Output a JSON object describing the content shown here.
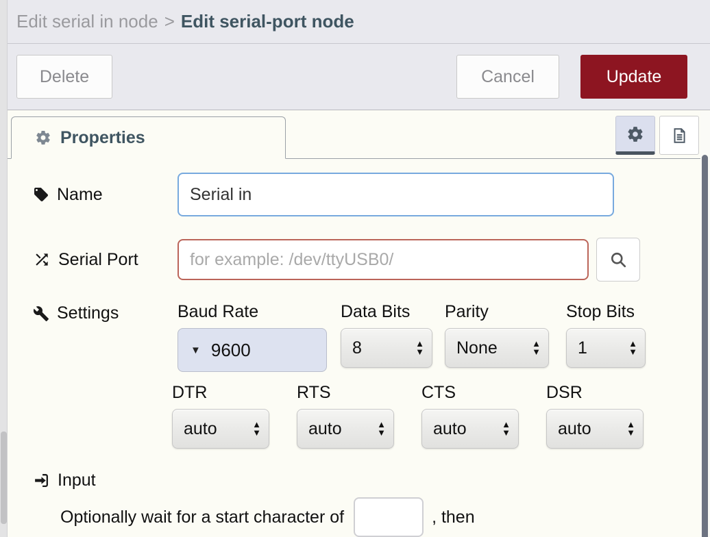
{
  "header": {
    "breadcrumb_parent": "Edit serial in node",
    "separator": ">",
    "breadcrumb_current": "Edit serial-port node"
  },
  "toolbar": {
    "delete_label": "Delete",
    "cancel_label": "Cancel",
    "update_label": "Update"
  },
  "tabs": {
    "properties_label": "Properties"
  },
  "form": {
    "name": {
      "label": "Name",
      "value": "Serial in"
    },
    "serial_port": {
      "label": "Serial Port",
      "placeholder": "for example: /dev/ttyUSB0/"
    },
    "settings": {
      "label": "Settings",
      "baud_rate": {
        "label": "Baud Rate",
        "value": "9600"
      },
      "data_bits": {
        "label": "Data Bits",
        "value": "8"
      },
      "parity": {
        "label": "Parity",
        "value": "None"
      },
      "stop_bits": {
        "label": "Stop Bits",
        "value": "1"
      },
      "dtr": {
        "label": "DTR",
        "value": "auto"
      },
      "rts": {
        "label": "RTS",
        "value": "auto"
      },
      "cts": {
        "label": "CTS",
        "value": "auto"
      },
      "dsr": {
        "label": "DSR",
        "value": "auto"
      }
    },
    "input_section": {
      "label": "Input",
      "wait_text_before": "Optionally wait for a start character of",
      "start_char_value": "",
      "wait_text_after": ", then"
    }
  },
  "icons": {
    "caret_down": "▼",
    "arrow_up": "▲",
    "arrow_down": "▼",
    "properties_tab": "gear-icon",
    "toggle_properties": "gear-icon",
    "toggle_description": "document-icon",
    "name_field": "tag-icon",
    "serial_port_field": "shuffle-icon",
    "settings_field": "wrench-icon",
    "input_section_field": "sign-in-icon",
    "search": "magnifier-icon"
  },
  "colors": {
    "update_button": "#8d1521",
    "focus_border": "#77a9de",
    "error_border": "#bb6459",
    "header_bg": "#e9e9ee",
    "baud_bg": "#dde2f0",
    "breadcrumb_current": "#3f5561"
  }
}
